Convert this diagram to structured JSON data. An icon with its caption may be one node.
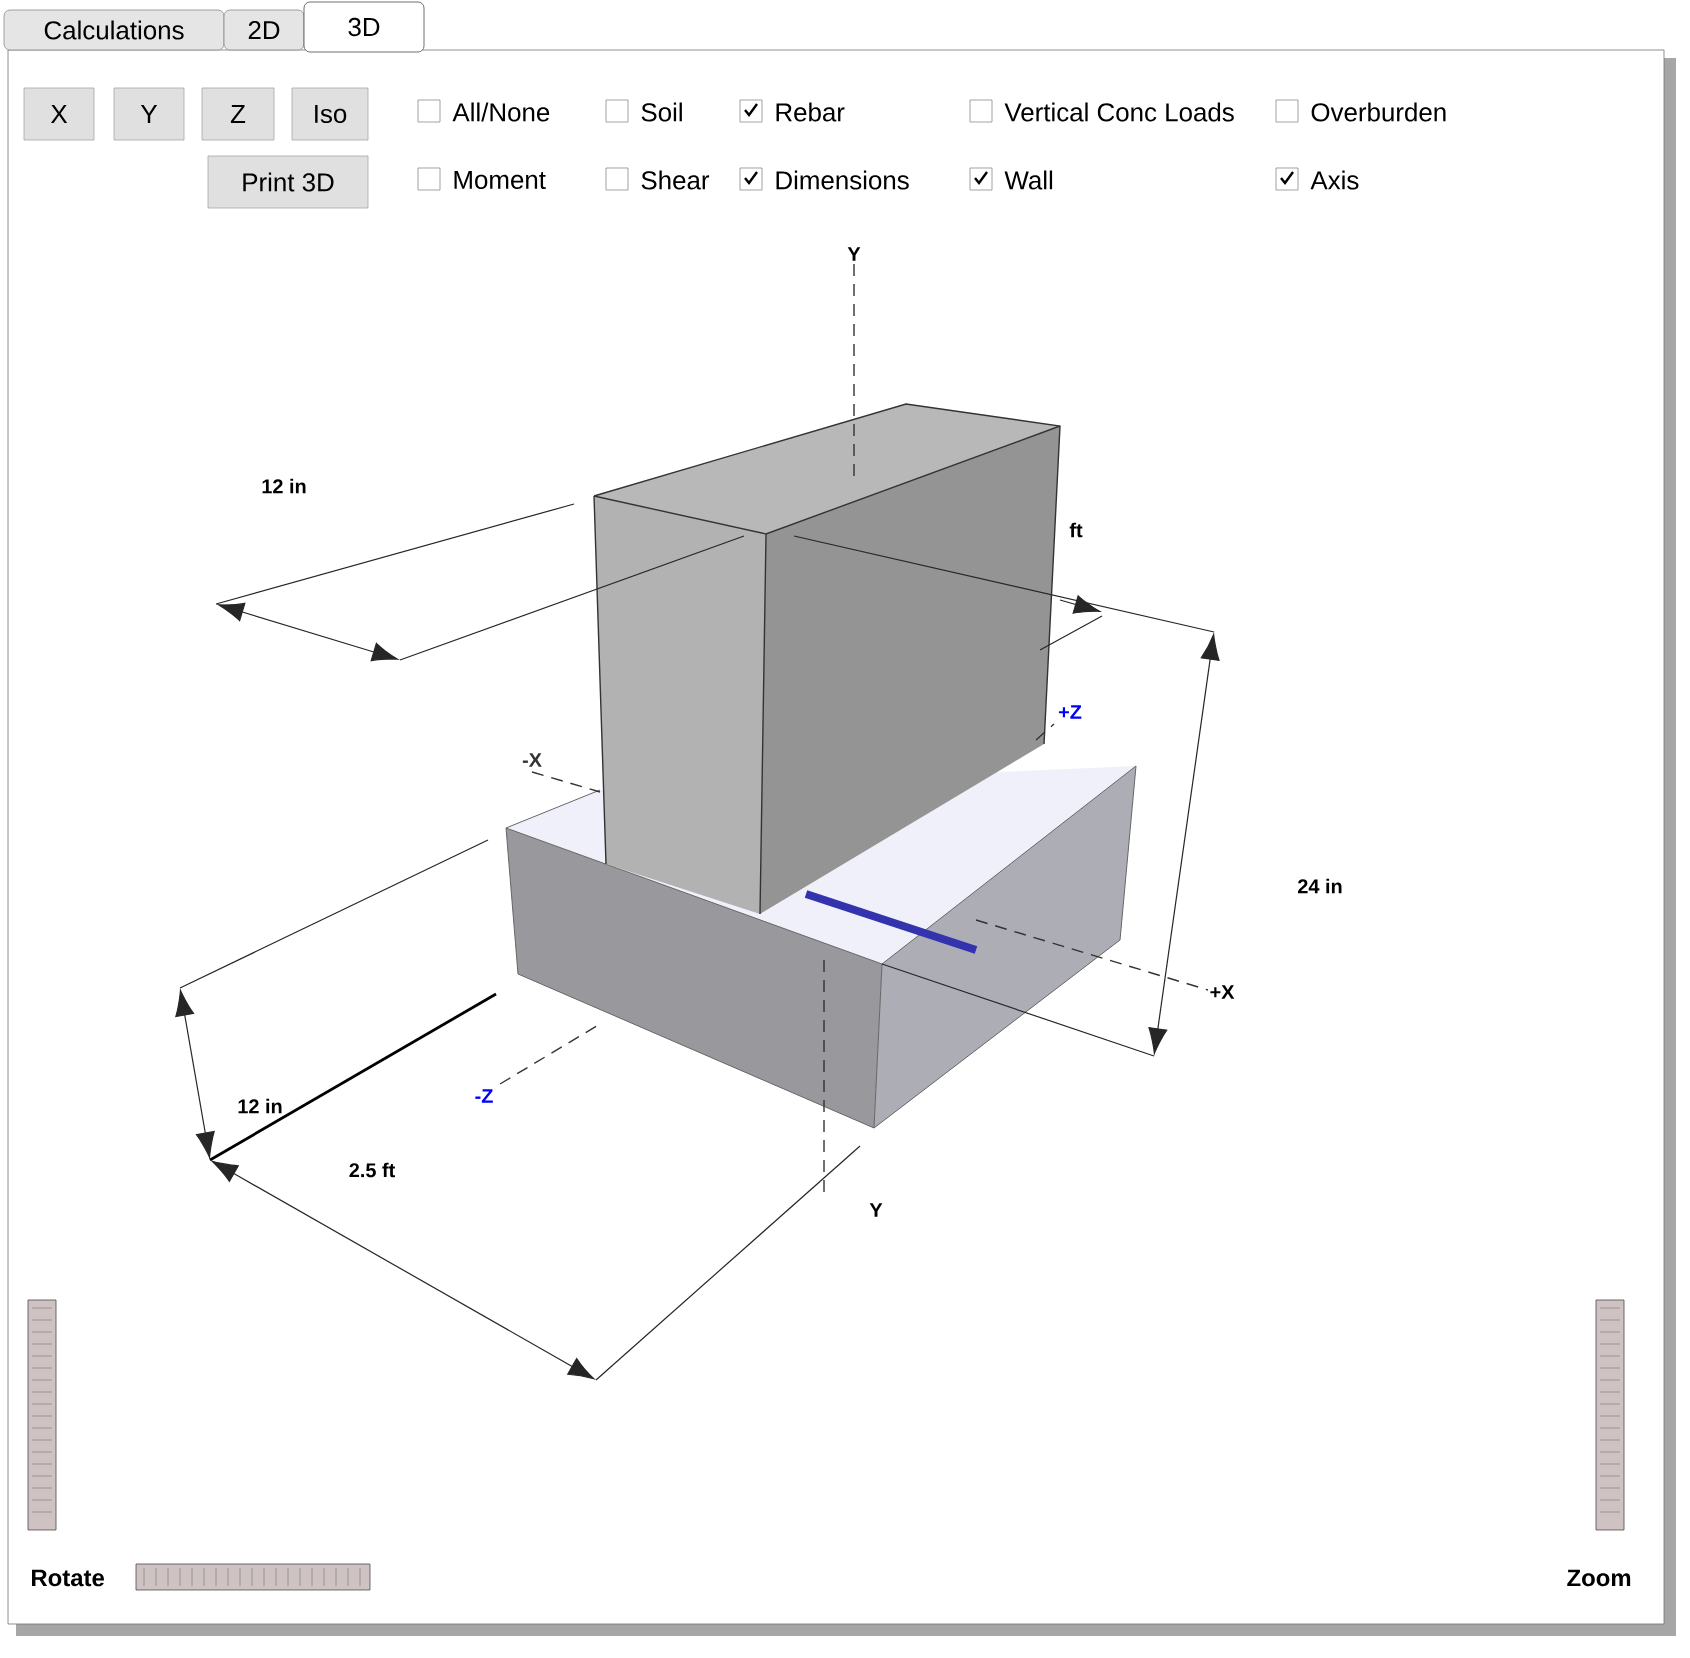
{
  "diagram": {
    "nodes": [
      {
        "text": [
          "Calculations"
        ]
      },
      {
        "text": [
          "2D"
        ]
      },
      {
        "text": [
          "3D"
        ]
      },
      {
        "text": [
          "X"
        ]
      },
      {
        "text": [
          "Y"
        ]
      },
      {
        "text": [
          "Z"
        ]
      },
      {
        "text": [
          "Iso"
        ]
      },
      {
        "text": [
          "Print 3D"
        ]
      }
    ],
    "labels": [
      "All/None",
      "Soil",
      "Rebar",
      "Vertical Conc Loads",
      "Overburden",
      "Moment",
      "Shear",
      "Dimensions",
      "Wall",
      "Axis",
      "Y",
      "12 in",
      "ft",
      "+Z",
      "-X",
      "24 in",
      "+X",
      "12 in",
      "-Z",
      "2.5 ft",
      "Y",
      "Rotate",
      "Zoom"
    ]
  }
}
